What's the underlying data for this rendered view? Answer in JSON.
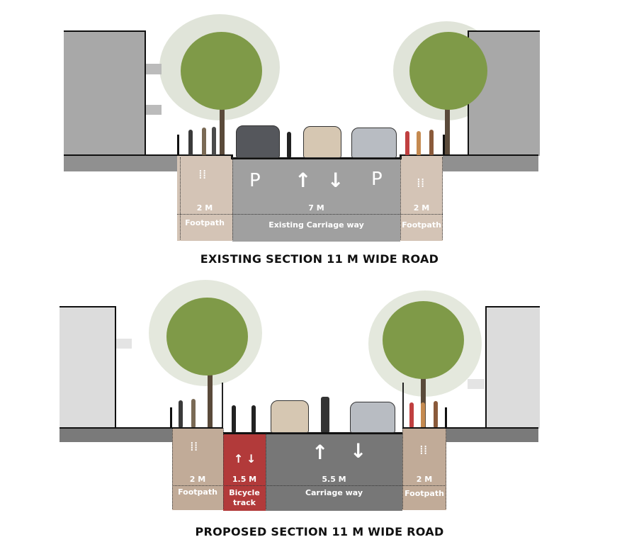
{
  "existing": {
    "title": "EXISTING SECTION 11 M WIDE ROAD",
    "left_footpath": {
      "width": "2 M",
      "label": "Footpath"
    },
    "carriageway": {
      "width": "7 M",
      "label": "Existing Carriage way",
      "parking": "P"
    },
    "right_footpath": {
      "width": "2 M",
      "label": "Footpath"
    }
  },
  "proposed": {
    "title": "PROPOSED SECTION 11 M WIDE ROAD",
    "left_footpath": {
      "width": "2 M",
      "label": "Footpath"
    },
    "bicycle_track": {
      "width": "1.5 M",
      "label": "Bicycle track"
    },
    "carriageway": {
      "width": "5.5 M",
      "label": "Carriage way"
    },
    "right_footpath": {
      "width": "2 M",
      "label": "Footpath"
    }
  },
  "icons": {
    "up": "↑",
    "down": "↓",
    "footprints": "footprints-icon"
  },
  "colors": {
    "footpath_existing": "#d4c4b6",
    "footpath_proposed": "#c1ab98",
    "carriage_existing": "#a0a0a0",
    "carriage_proposed": "#777777",
    "bicycle": "#b23a3a"
  }
}
